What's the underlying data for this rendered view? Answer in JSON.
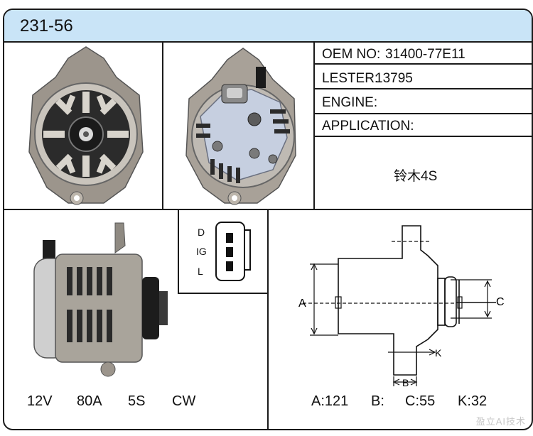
{
  "title": "231-56",
  "info": {
    "oem_label": "OEM NO:",
    "oem_value": "31400-77E11",
    "lester_label": "LESTER:",
    "lester_value": "13795",
    "engine_label": "ENGINE:",
    "engine_value": "",
    "application_label": "APPLICATION:",
    "application_value": "铃木4S"
  },
  "connector": {
    "pins": [
      "D",
      "IG",
      "L"
    ]
  },
  "specs": {
    "voltage": "12V",
    "current": "80A",
    "pulley": "5S",
    "rotation": "CW"
  },
  "dimensions": {
    "a_label": "A",
    "b_label": "B",
    "c_label": "C",
    "k_label": "K",
    "a_text": "A:121",
    "b_text": "B:",
    "c_text": "C:55",
    "k_text": "K:32"
  },
  "watermark": "盈立AI技术"
}
